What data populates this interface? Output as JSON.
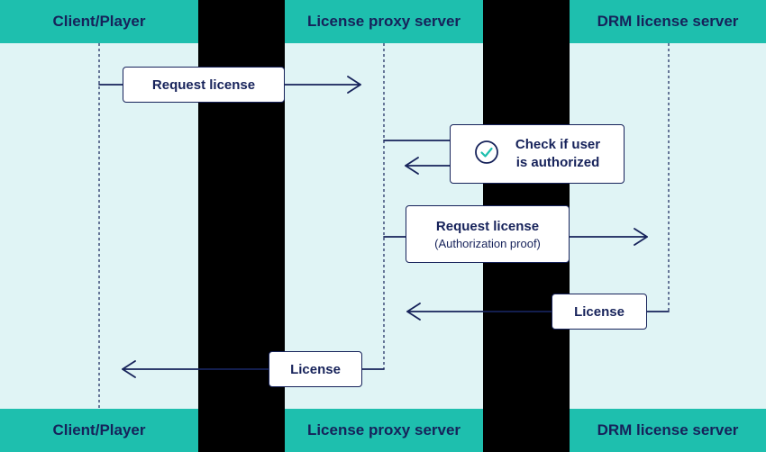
{
  "lanes": [
    {
      "name": "Client/Player"
    },
    {
      "name": "License proxy server"
    },
    {
      "name": "DRM license server"
    }
  ],
  "messages": {
    "request_license_1": "Request license",
    "check_line1": "Check if user",
    "check_line2": "is authorized",
    "request_license_2": "Request license",
    "authorization_proof": "(Authorization proof)",
    "license_1": "License",
    "license_2": "License"
  },
  "icons": {
    "check": "check-circle-icon"
  },
  "colors": {
    "lane_bg": "#e0f4f5",
    "header": "#1ebfae",
    "text": "#16225a",
    "divider": "#000000"
  }
}
